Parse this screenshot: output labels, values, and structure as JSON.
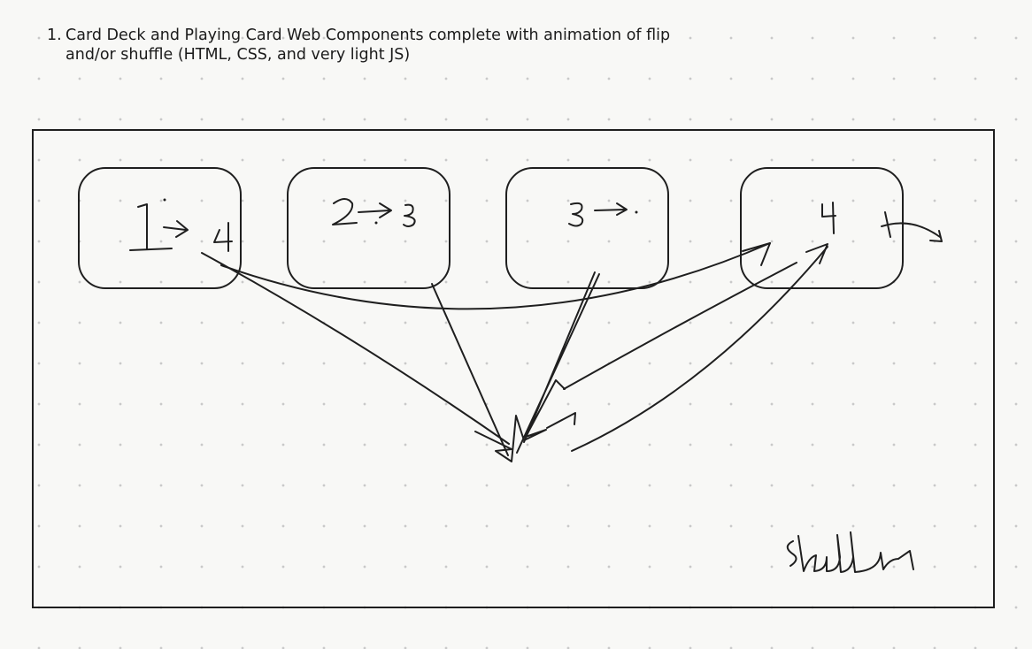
{
  "note": {
    "number": "1.",
    "text": "Card Deck and Playing Card Web Components complete with animation of flip and/or shuffle (HTML, CSS, and very light JS)"
  },
  "cards": [
    {
      "label": "1 → 4"
    },
    {
      "label": "2 → 3"
    },
    {
      "label": "3 → ."
    },
    {
      "label": "4"
    }
  ],
  "handwriting": {
    "shuffle_word": "shuffle"
  }
}
